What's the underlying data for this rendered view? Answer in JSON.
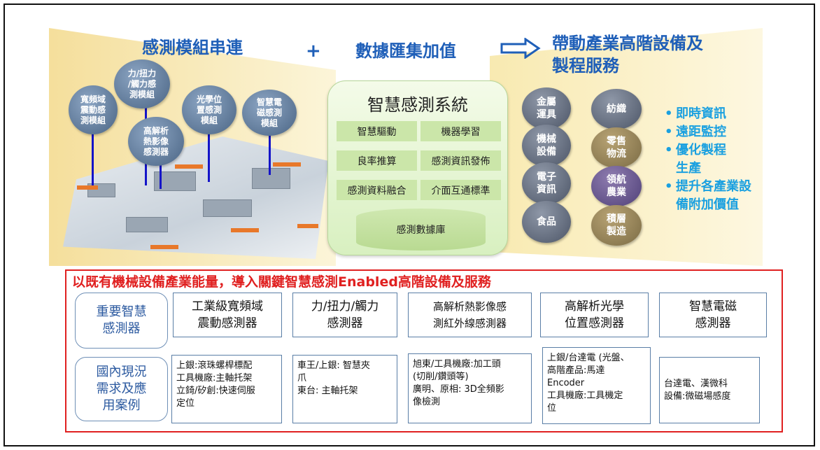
{
  "header": {
    "left": "感測模組串連",
    "plus": "+",
    "middle": "數據匯集加值",
    "right_line1": "帶動產業高階設備及",
    "right_line2": "製程服務"
  },
  "sensor_bubbles": [
    {
      "label": "寬頻域\n震動感\n測模組"
    },
    {
      "label": "力/扭力\n/觸力感\n測模組"
    },
    {
      "label": "高解析\n熱影像\n感測器"
    },
    {
      "label": "光學位\n置感測\n模組"
    },
    {
      "label": "智慧電\n磁感測\n模組"
    }
  ],
  "system": {
    "title": "智慧感測系統",
    "cells": [
      "智慧驅動",
      "機器學習",
      "良率推算",
      "感測資訊發佈",
      "感測資料融合",
      "介面互通標準"
    ],
    "database": "感測數據庫"
  },
  "industries": [
    {
      "label": "金屬\n運具",
      "color": "gray"
    },
    {
      "label": "紡織",
      "color": "gray"
    },
    {
      "label": "機械\n設備",
      "color": "gray"
    },
    {
      "label": "零售\n物流",
      "color": "olive"
    },
    {
      "label": "電子\n資訊",
      "color": "gray"
    },
    {
      "label": "領航\n農業",
      "color": "purple"
    },
    {
      "label": "食品",
      "color": "gray"
    },
    {
      "label": "積層\n製造",
      "color": "olive"
    }
  ],
  "benefits": [
    {
      "bullet": "•",
      "text": "即時資訊"
    },
    {
      "bullet": "•",
      "text": "遠距監控"
    },
    {
      "bullet": "•",
      "text": "優化製程"
    },
    {
      "bullet": "",
      "text": "生產"
    },
    {
      "bullet": "•",
      "text": "提升各產業設"
    },
    {
      "bullet": "",
      "text": "備附加價值"
    }
  ],
  "bottom": {
    "title": "以既有機械設備產業能量，導入關鍵智慧感測Enabled高階設備及服務",
    "row1_label": "重要智慧\n感測器",
    "row2_label": "國內現況\n需求及應\n用案例",
    "sensors": [
      "工業級寬頻域\n震動感測器",
      "力/扭力/觸力\n感測器",
      "高解析熱影像感\n測紅外線感測器",
      "高解析光學\n位置感測器",
      "智慧電磁\n感測器"
    ],
    "cases": [
      "上銀:滾珠螺桿標配\n工具機廠:主軸托架\n立錡/矽創:快速伺服\n定位",
      "車王/上銀: 智慧夾\n爪\n東台: 主軸托架",
      "旭東/工具機廠:加工頭\n(切削/鑽頭等)\n廣明、原相: 3D全頻影\n像檢測",
      "上銀/台達電 (光盤、\n高階產品:馬達\nEncoder\n工具機廠:工具機定\n位",
      "台達電、漢微科\n設備:微磁場感度"
    ]
  },
  "colors": {
    "header_blue": "#1f5fb8",
    "bullet_cyan": "#1aa0e0",
    "red": "#e02020",
    "cell_green": "#cbe6a9",
    "beam_yellow": "#f6e7a8"
  }
}
